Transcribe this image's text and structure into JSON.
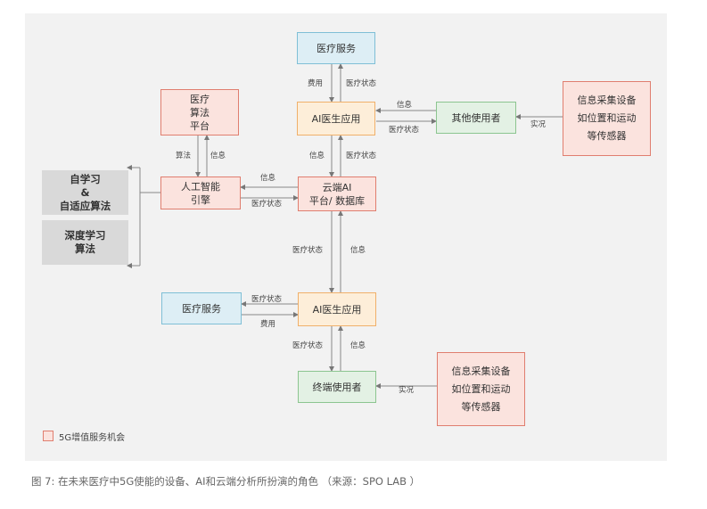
{
  "nodes": {
    "medical_service_top": "医疗服务",
    "ai_doctor_top": "AI医生应用",
    "other_users": "其他使用者",
    "info_device_top": "信息采集设备\n如位置和运动\n等传感器",
    "medical_algo_platform": "医疗\n算法\n平台",
    "ai_engine": "人工智能\n引擎",
    "cloud_ai": "云端AI\n平台/ 数据库",
    "self_learning": "自学习\n&\n自适应算法",
    "deep_learning": "深度学习\n算法",
    "medical_service_bottom": "医疗服务",
    "ai_doctor_bottom": "AI医生应用",
    "terminal_user": "终端使用者",
    "info_device_bottom": "信息采集设备\n如位置和运动\n等传感器"
  },
  "edge_labels": {
    "fee_top": "费用",
    "status_top": "医疗状态",
    "info_other_in": "信息",
    "status_other_out": "医疗状态",
    "practice_top": "实况",
    "algo_down": "算法",
    "info_algo_up": "信息",
    "info_cloud_up": "信息",
    "status_cloud_down": "医疗状态",
    "info_engine": "信息",
    "status_engine": "医疗状态",
    "status_mid_down": "医疗状态",
    "info_mid_up": "信息",
    "status_service_bottom": "医疗状态",
    "fee_bottom": "费用",
    "status_terminal_down": "医疗状态",
    "info_terminal_up": "信息",
    "practice_bottom": "实况"
  },
  "legend": {
    "label": "5G增值服务机会"
  },
  "caption": "图 7: 在未来医疗中5G使能的设备、AI和云端分析所扮演的角色     （来源：SPO LAB ）",
  "colors": {
    "opportunity_fill": "#fbe3de",
    "opportunity_border": "#e07e6f",
    "service_fill": "#ddeef5",
    "user_fill": "#e3f1e4",
    "app_fill": "#fdeed9",
    "panel_bg": "#f2f2f2"
  }
}
